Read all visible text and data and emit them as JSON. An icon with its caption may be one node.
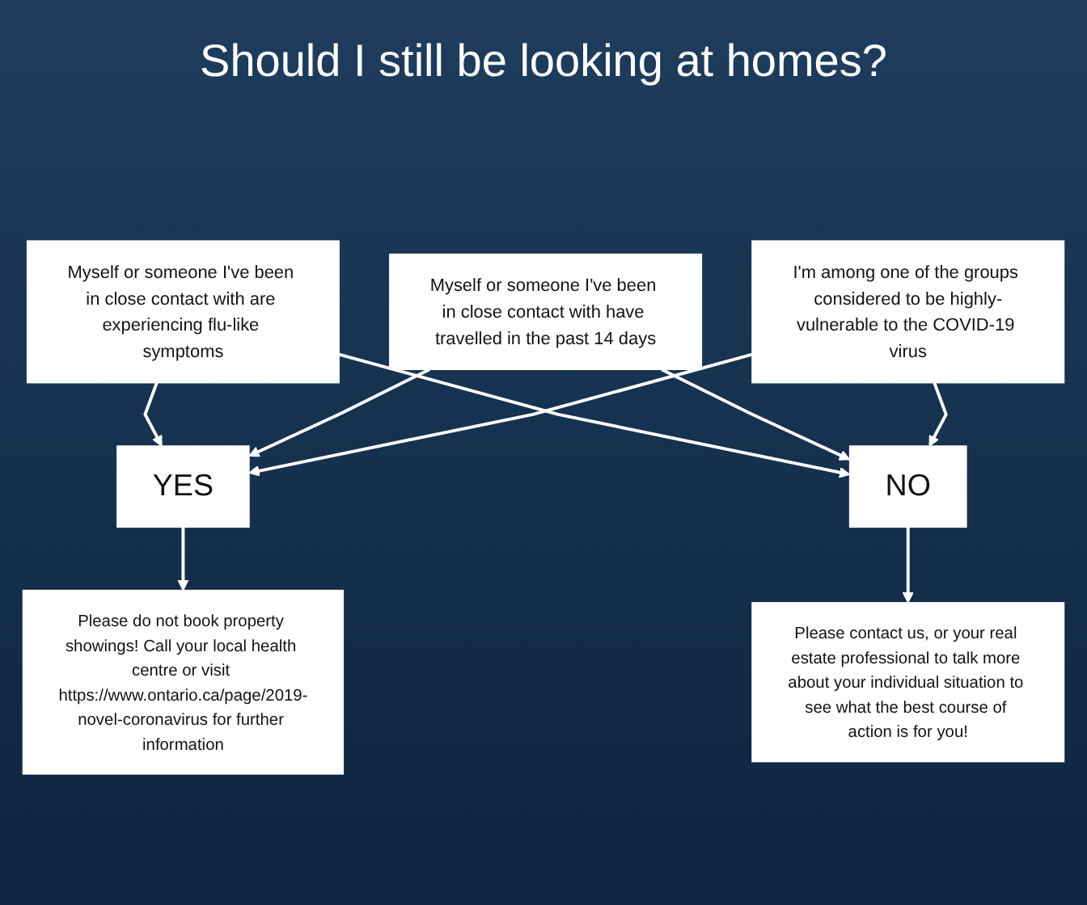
{
  "diagram": {
    "title": "Should I still be looking at homes?",
    "nodes": [
      {
        "text": [
          "Myself or someone I've been in close contact with are experiencing flu-like symptoms"
        ]
      },
      {
        "text": [
          "Myself or someone I've been in close contact with have travelled in the past 14 days"
        ]
      },
      {
        "text": [
          "I'm among one of the groups considered to be highly-vulnerable to the COVID-19 virus"
        ]
      },
      {
        "text": [
          "YES"
        ]
      },
      {
        "text": [
          "NO"
        ]
      },
      {
        "text": [
          "Please do not book property showings! Call your local health centre or visit https://www.ontario.ca/page/2019-novel-coronavirus for further information"
        ]
      },
      {
        "text": [
          "Please contact us, or your real estate professional to talk more about your individual situation to see what the best course of action is for you!"
        ]
      }
    ],
    "edges": [
      {
        "from": 0,
        "to": 3,
        "arrow": "to"
      },
      {
        "from": 0,
        "to": 4,
        "arrow": "to"
      },
      {
        "from": 1,
        "to": 3,
        "arrow": "to"
      },
      {
        "from": 1,
        "to": 4,
        "arrow": "to"
      },
      {
        "from": 2,
        "to": 3,
        "arrow": "to"
      },
      {
        "from": 2,
        "to": 4,
        "arrow": "to"
      },
      {
        "from": 3,
        "to": 5,
        "arrow": "to"
      },
      {
        "from": 4,
        "to": 6,
        "arrow": "to"
      }
    ]
  }
}
